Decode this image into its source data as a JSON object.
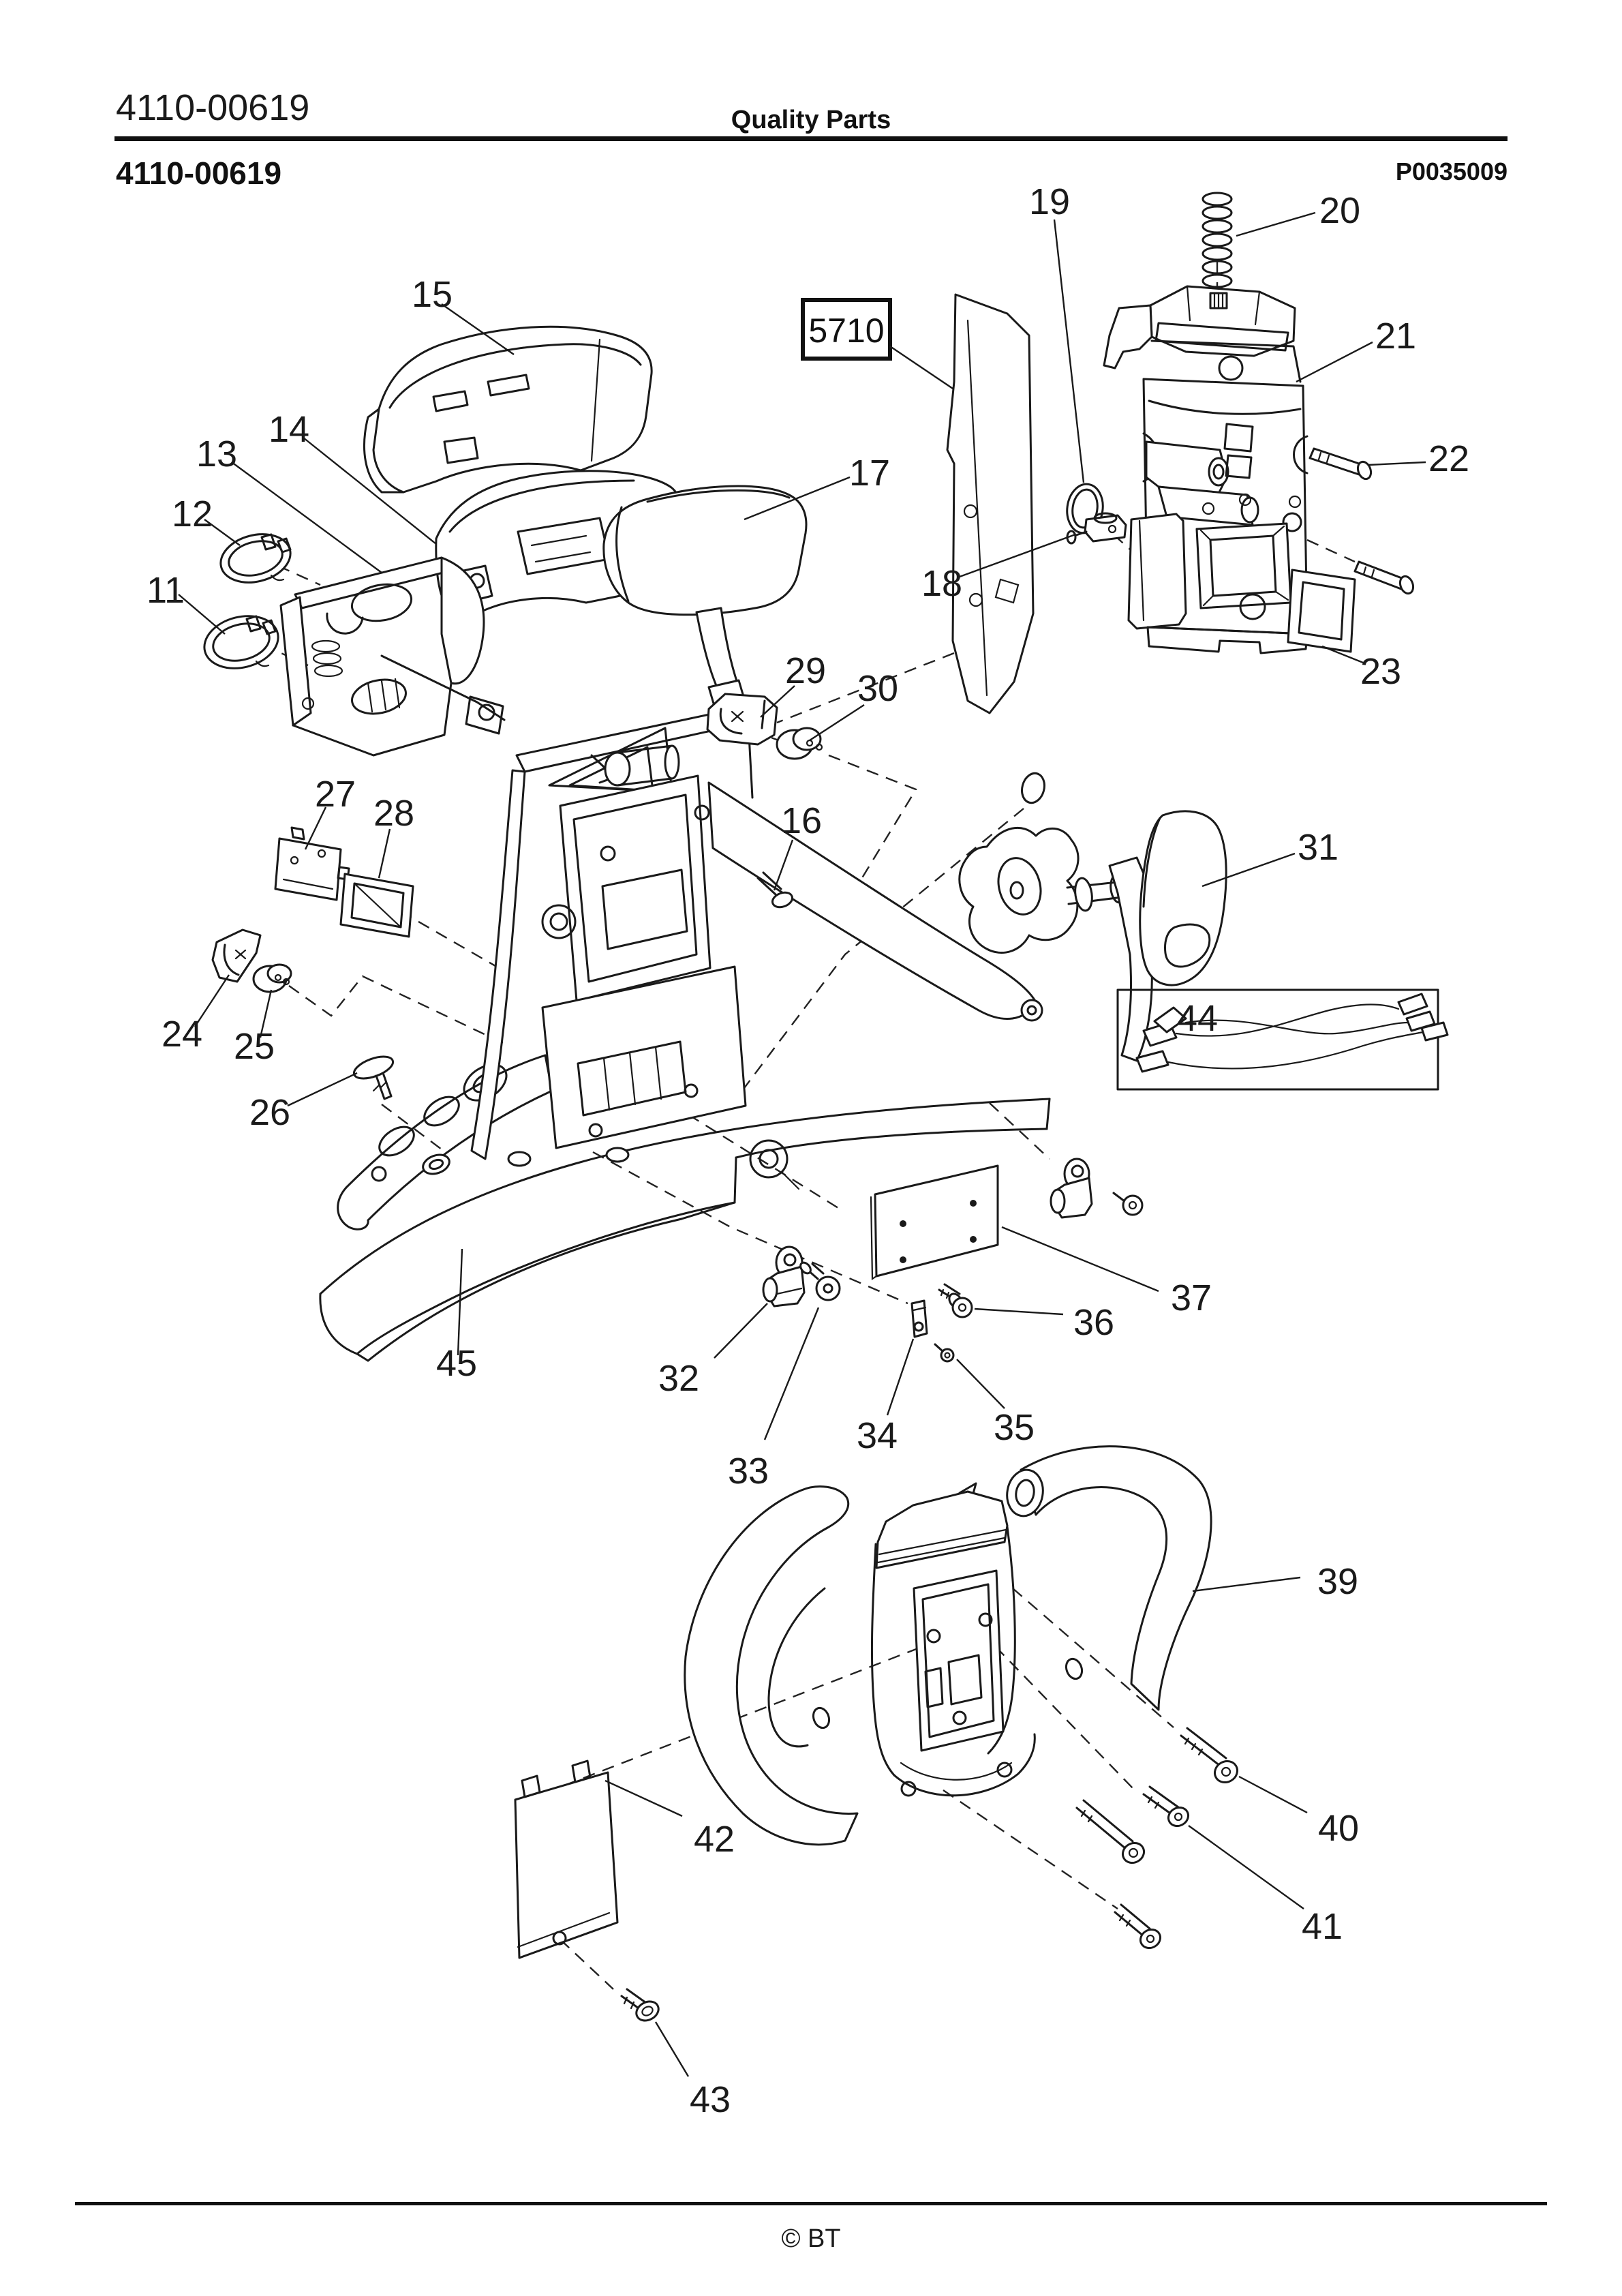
{
  "header": {
    "doc_number": "4110-00619",
    "title": "Quality Parts",
    "figure_number": "4110-00619",
    "photo_ref": "P0035009"
  },
  "figure": {
    "boxed_ref": "5710",
    "callouts": {
      "11": "11",
      "12": "12",
      "13": "13",
      "14": "14",
      "15": "15",
      "16": "16",
      "17": "17",
      "18": "18",
      "19": "19",
      "20": "20",
      "21": "21",
      "22": "22",
      "23": "23",
      "24": "24",
      "25": "25",
      "26": "26",
      "27": "27",
      "28": "28",
      "29": "29",
      "30": "30",
      "31": "31",
      "32": "32",
      "33": "33",
      "34": "34",
      "35": "35",
      "36": "36",
      "37": "37",
      "39": "39",
      "40": "40",
      "41": "41",
      "42": "42",
      "43": "43",
      "44": "44",
      "45": "45"
    }
  },
  "footer": {
    "copyright": "© BT"
  }
}
